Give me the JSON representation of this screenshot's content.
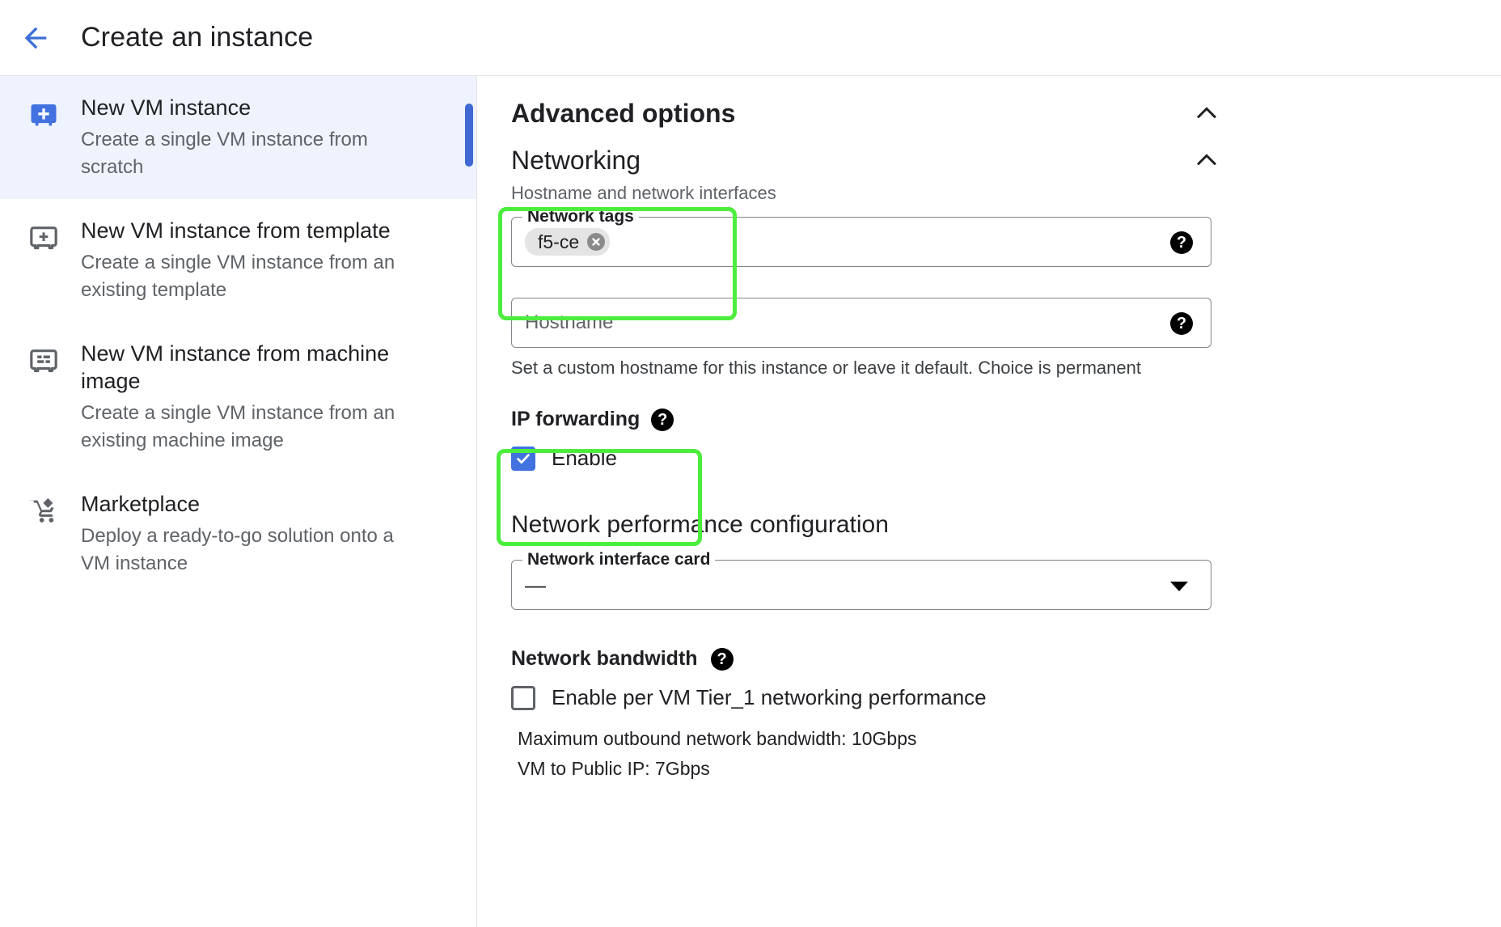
{
  "header": {
    "back_icon": "arrow-left-icon",
    "title": "Create an instance"
  },
  "sidebar": {
    "items": [
      {
        "icon": "vm-add-filled-icon",
        "title": "New VM instance",
        "desc": "Create a single VM instance from scratch",
        "selected": true
      },
      {
        "icon": "vm-add-outline-icon",
        "title": "New VM instance from template",
        "desc": "Create a single VM instance from an existing template",
        "selected": false
      },
      {
        "icon": "machine-image-icon",
        "title": "New VM instance from machine image",
        "desc": "Create a single VM instance from an existing machine image",
        "selected": false
      },
      {
        "icon": "shopping-cart-icon",
        "title": "Marketplace",
        "desc": "Deploy a ready-to-go solution onto a VM instance",
        "selected": false
      }
    ]
  },
  "main": {
    "advanced_options": {
      "title": "Advanced options",
      "chevron": "chevron-up-icon"
    },
    "networking": {
      "title": "Networking",
      "chevron": "chevron-up-icon",
      "subtitle": "Hostname and network interfaces",
      "network_tags": {
        "legend": "Network tags",
        "chips": [
          "f5-ce"
        ],
        "remove_icon": "close-circle-icon",
        "help_icon": "help-icon",
        "help_glyph": "?"
      },
      "hostname": {
        "placeholder": "Hostname",
        "value": "",
        "help_icon": "help-icon",
        "help_glyph": "?",
        "helper_text": "Set a custom hostname for this instance or leave it default. Choice is permanent"
      },
      "ip_forwarding": {
        "title": "IP forwarding",
        "help_glyph": "?",
        "enable_label": "Enable",
        "enabled": true
      },
      "network_performance": {
        "title": "Network performance configuration",
        "nic": {
          "legend": "Network interface card",
          "value": "—",
          "caret": "chevron-down-icon"
        },
        "bandwidth": {
          "title": "Network bandwidth",
          "help_glyph": "?",
          "tier1_label": "Enable per VM Tier_1 networking performance",
          "tier1_checked": false,
          "lines": [
            "Maximum outbound network bandwidth: 10Gbps",
            "VM to Public IP: 7Gbps"
          ]
        }
      }
    }
  },
  "colors": {
    "accent_blue": "#4272e0",
    "selection_bg": "#eef3fd",
    "highlight_green": "#4ced3d",
    "back_arrow_blue": "#3c6fd6"
  }
}
